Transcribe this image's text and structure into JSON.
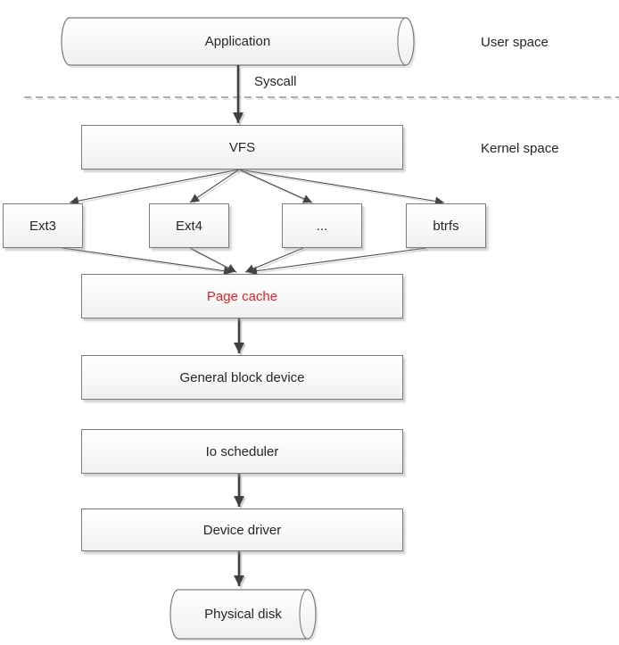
{
  "diagram": {
    "regions": {
      "user_space_label": "User space",
      "kernel_space_label": "Kernel space"
    },
    "edges": {
      "syscall_label": "Syscall"
    },
    "nodes": {
      "application": {
        "label": "Application",
        "shape": "horizontal-cylinder"
      },
      "vfs": {
        "label": "VFS"
      },
      "ext3": {
        "label": "Ext3"
      },
      "ext4": {
        "label": "Ext4"
      },
      "other_fs": {
        "label": "..."
      },
      "btrfs": {
        "label": "btrfs"
      },
      "page_cache": {
        "label": "Page cache",
        "text_color": "#ed1c24"
      },
      "general_block_device": {
        "label": "General block device"
      },
      "io_scheduler": {
        "label": "Io scheduler"
      },
      "device_driver": {
        "label": "Device driver"
      },
      "physical_disk": {
        "label": "Physical disk",
        "shape": "horizontal-cylinder"
      }
    },
    "colors": {
      "connector": "#404040",
      "box_border": "#7c7c7c",
      "shadow": "#d6d6d6",
      "page_cache_text": "#ed1c24"
    }
  }
}
